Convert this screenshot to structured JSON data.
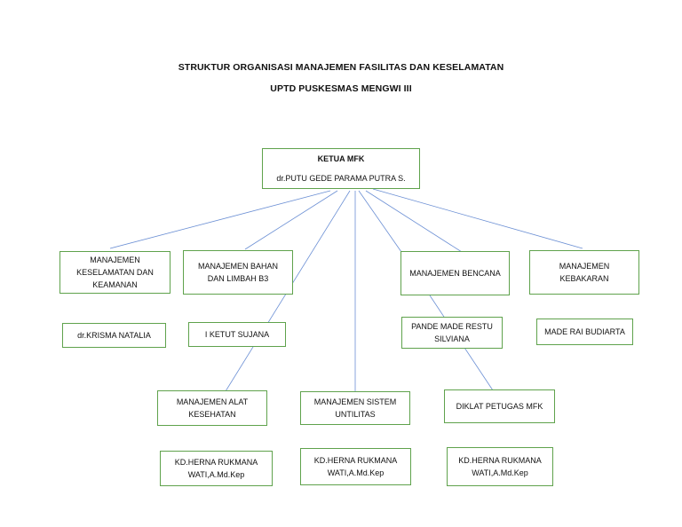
{
  "title": {
    "line1": "STRUKTUR ORGANISASI MANAJEMEN FASILITAS DAN KESELAMATAN",
    "line2": "UPTD PUSKESMAS MENGWI III"
  },
  "colors": {
    "box_border": "#5fa24c",
    "connector": "#6b8fd4"
  },
  "head": {
    "role": "KETUA MFK",
    "name": "dr.PUTU GEDE PARAMA PUTRA S."
  },
  "units": [
    {
      "title_lines": [
        "MANAJEMEN",
        "KESELAMATAN DAN",
        "KEAMANAN"
      ],
      "person_lines": [
        "dr.KRISMA NATALIA"
      ]
    },
    {
      "title_lines": [
        "MANAJEMEN BAHAN",
        "DAN LIMBAH B3"
      ],
      "person_lines": [
        "I KETUT SUJANA"
      ]
    },
    {
      "title_lines": [
        "MANAJEMEN BENCANA"
      ],
      "person_lines": [
        "PANDE MADE RESTU",
        "SILVIANA"
      ]
    },
    {
      "title_lines": [
        "MANAJEMEN",
        "KEBAKARAN"
      ],
      "person_lines": [
        "MADE RAI BUDIARTA"
      ]
    },
    {
      "title_lines": [
        "MANAJEMEN ALAT",
        "KESEHATAN"
      ],
      "person_lines": [
        "KD.HERNA RUKMANA",
        "WATI,A.Md.Kep"
      ]
    },
    {
      "title_lines": [
        "MANAJEMEN SISTEM",
        "UNTILITAS"
      ],
      "person_lines": [
        "KD.HERNA RUKMANA",
        "WATI,A.Md.Kep"
      ]
    },
    {
      "title_lines": [
        "DIKLAT PETUGAS MFK"
      ],
      "person_lines": [
        "KD.HERNA RUKMANA",
        "WATI,A.Md.Kep"
      ]
    }
  ]
}
